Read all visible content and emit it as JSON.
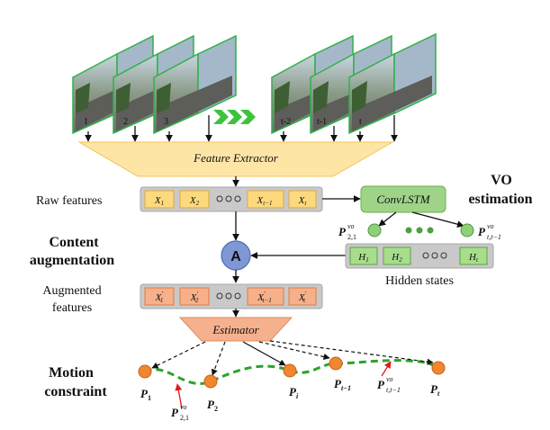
{
  "frames": {
    "left_labels": [
      "1",
      "2",
      "3"
    ],
    "right_labels": [
      "t-2",
      "t-1",
      "t"
    ]
  },
  "feature_extractor": {
    "label": "Feature Extractor"
  },
  "raw_features": {
    "label": "Raw features",
    "cells": [
      {
        "base": "X",
        "sub": "1"
      },
      {
        "base": "X",
        "sub": "2"
      },
      {
        "base": "X",
        "sub": "t−1"
      },
      {
        "base": "X",
        "sub": "t"
      }
    ]
  },
  "convlstm": {
    "label": "ConvLSTM"
  },
  "vo_estimation": {
    "line1": "VO",
    "line2": "estimation",
    "pose_first": {
      "base": "P",
      "sup": "vo",
      "sub": "2,1"
    },
    "pose_last": {
      "base": "P",
      "sup": "vo",
      "sub": "t,t−1"
    }
  },
  "content_augmentation": {
    "line1": "Content",
    "line2": "augmentation",
    "node_label": "A"
  },
  "hidden_states": {
    "label": "Hidden states",
    "cells": [
      {
        "base": "H",
        "sub": "1"
      },
      {
        "base": "H",
        "sub": "2"
      },
      {
        "base": "H",
        "sub": "t"
      }
    ]
  },
  "augmented_features": {
    "line1": "Augmented",
    "line2": "features",
    "cells": [
      {
        "base": "X",
        "sub": "1",
        "prime": "′"
      },
      {
        "base": "X",
        "sub": "2",
        "prime": "′"
      },
      {
        "base": "X",
        "sub": "t−1",
        "prime": "′"
      },
      {
        "base": "X",
        "sub": "t",
        "prime": "′"
      }
    ]
  },
  "estimator": {
    "label": "Estimator"
  },
  "motion_constraint": {
    "line1": "Motion",
    "line2": "constraint",
    "points": [
      {
        "base": "P",
        "sub": "1"
      },
      {
        "base": "P",
        "sub": "2"
      },
      {
        "base": "P",
        "sub": "i"
      },
      {
        "base": "P",
        "sub": "t−1"
      },
      {
        "base": "P",
        "sub": "t"
      }
    ],
    "relative_poses": [
      {
        "base": "P",
        "sup": "vo",
        "sub": "2,1"
      },
      {
        "base": "P",
        "sup": "vo",
        "sub": "t,t−1"
      }
    ]
  },
  "colors": {
    "extractor_fill": "#fde5a6",
    "feature_cell": "#fdd97e",
    "feature_tray": "#c9c9c9",
    "convlstm_fill": "#9fd488",
    "hidden_cell": "#a8dd8c",
    "augmented_cell": "#f6b08a",
    "estimator_fill": "#f5b18e",
    "aug_node": "#7f97d4",
    "point": "#f0872e",
    "trajectory": "#2aa42a",
    "annotation_arrow": "#e21818"
  }
}
